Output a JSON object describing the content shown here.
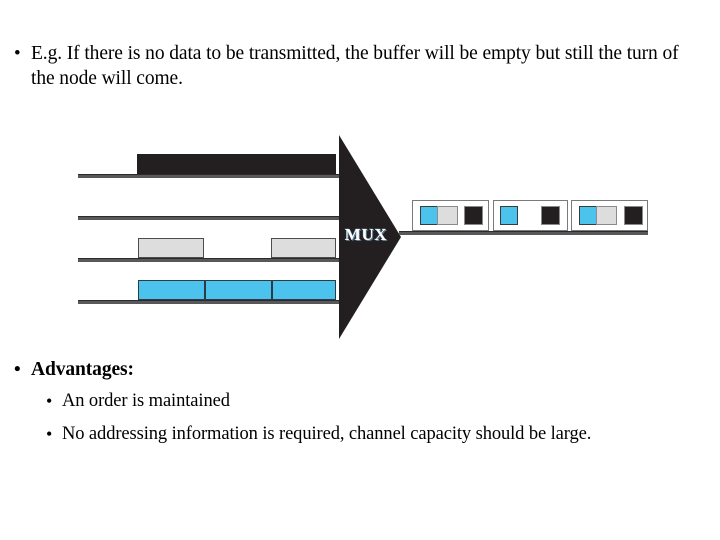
{
  "slide": {
    "intro": {
      "bullet_marker": "•",
      "text": "E.g. If there is no data to be transmitted, the buffer will be empty but still the turn of the node will come."
    },
    "advantages": {
      "bullet_marker": "•",
      "heading": "Advantages:",
      "items": [
        {
          "bullet_marker": "•",
          "text": "An order is maintained"
        },
        {
          "bullet_marker": "•",
          "text": "No addressing information is required, channel capacity should be large."
        }
      ]
    },
    "diagram": {
      "mux_label": "MUX",
      "colors": {
        "black_packet": "#231f20",
        "gray_packet": "#dddddd",
        "blue_packet": "#4bc3ec",
        "line": "#58585a",
        "frame_border": "#7a7a7c"
      },
      "input_channels": [
        {
          "id": "channel-1",
          "packet_color": "black",
          "packets": 3
        },
        {
          "id": "channel-2",
          "packet_color": "none",
          "packets": 0
        },
        {
          "id": "channel-3",
          "packet_color": "gray",
          "packets": 2
        },
        {
          "id": "channel-4",
          "packet_color": "blue",
          "packets": 3
        }
      ],
      "output_frames": [
        {
          "id": "frame-1",
          "cells": [
            "blue",
            "gray",
            "black"
          ]
        },
        {
          "id": "frame-2",
          "cells": [
            "blue",
            "empty",
            "black"
          ]
        },
        {
          "id": "frame-3",
          "cells": [
            "blue",
            "gray",
            "black"
          ]
        }
      ]
    }
  }
}
